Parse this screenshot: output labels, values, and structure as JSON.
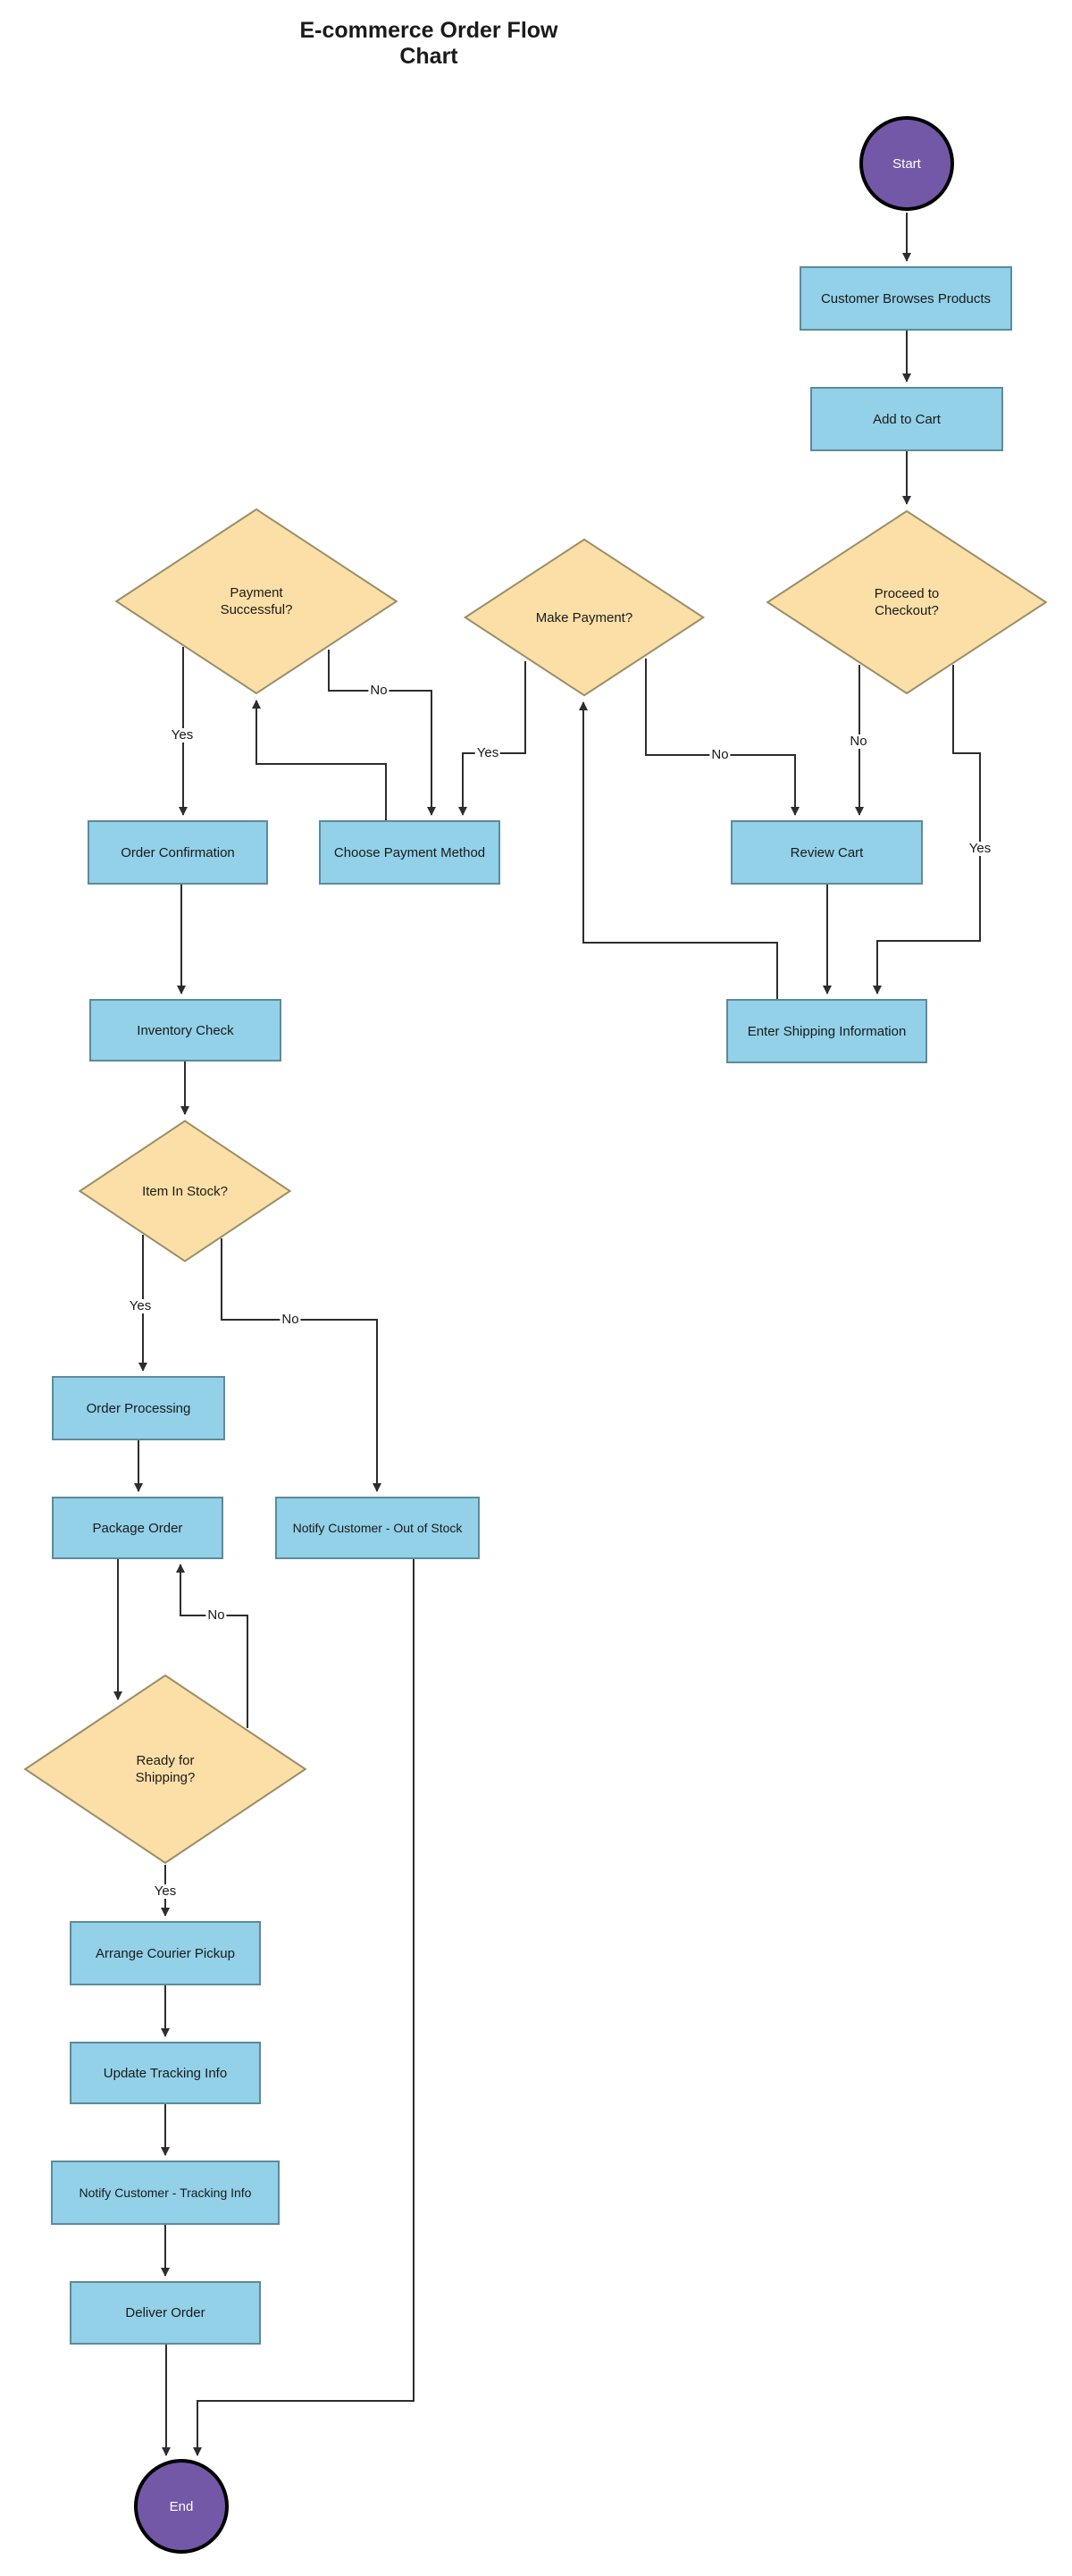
{
  "title": "E-commerce Order Flow Chart",
  "diagram_type": "flowchart",
  "colors": {
    "background": "#ffffff",
    "process_fill": "#92d1e8",
    "process_stroke": "#5d8a9e",
    "decision_fill": "#fcdfa6",
    "decision_stroke": "#9a8e68",
    "terminal_fill": "#7358a8",
    "terminal_stroke": "#000000",
    "connector": "#2d2d2d",
    "text": "#1a1a1a"
  },
  "nodes": {
    "start": {
      "label": "Start",
      "type": "terminal"
    },
    "customer_browses": {
      "label": "Customer Browses Products",
      "type": "process"
    },
    "add_to_cart": {
      "label": "Add to Cart",
      "type": "process"
    },
    "proceed_checkout": {
      "label": "Proceed to Checkout?",
      "type": "decision"
    },
    "payment_successful": {
      "label": "Payment Successful?",
      "type": "decision"
    },
    "make_payment": {
      "label": "Make Payment?",
      "type": "decision"
    },
    "order_confirmation": {
      "label": "Order Confirmation",
      "type": "process"
    },
    "choose_payment": {
      "label": "Choose Payment Method",
      "type": "process"
    },
    "review_cart": {
      "label": "Review Cart",
      "type": "process"
    },
    "enter_shipping": {
      "label": "Enter Shipping Information",
      "type": "process"
    },
    "inventory_check": {
      "label": "Inventory Check",
      "type": "process"
    },
    "item_in_stock": {
      "label": "Item In Stock?",
      "type": "decision"
    },
    "order_processing": {
      "label": "Order Processing",
      "type": "process"
    },
    "package_order": {
      "label": "Package Order",
      "type": "process"
    },
    "notify_out_of_stock": {
      "label": "Notify Customer - Out of Stock",
      "type": "process"
    },
    "ready_shipping": {
      "label": "Ready for Shipping?",
      "type": "decision"
    },
    "arrange_courier": {
      "label": "Arrange Courier Pickup",
      "type": "process"
    },
    "update_tracking": {
      "label": "Update Tracking Info",
      "type": "process"
    },
    "notify_tracking": {
      "label": "Notify Customer - Tracking Info",
      "type": "process"
    },
    "deliver_order": {
      "label": "Deliver Order",
      "type": "process"
    },
    "end": {
      "label": "End",
      "type": "terminal"
    }
  },
  "edges": [
    {
      "from": "start",
      "to": "customer_browses",
      "label": ""
    },
    {
      "from": "customer_browses",
      "to": "add_to_cart",
      "label": ""
    },
    {
      "from": "add_to_cart",
      "to": "proceed_checkout",
      "label": ""
    },
    {
      "from": "proceed_checkout",
      "to": "review_cart",
      "label": "No"
    },
    {
      "from": "proceed_checkout",
      "to": "enter_shipping",
      "label": "Yes"
    },
    {
      "from": "review_cart",
      "to": "enter_shipping",
      "label": ""
    },
    {
      "from": "make_payment",
      "to": "review_cart",
      "label": "No"
    },
    {
      "from": "enter_shipping",
      "to": "make_payment",
      "label": ""
    },
    {
      "from": "make_payment",
      "to": "choose_payment",
      "label": "Yes"
    },
    {
      "from": "choose_payment",
      "to": "payment_successful",
      "label": ""
    },
    {
      "from": "payment_successful",
      "to": "choose_payment",
      "label": "No"
    },
    {
      "from": "payment_successful",
      "to": "order_confirmation",
      "label": "Yes"
    },
    {
      "from": "order_confirmation",
      "to": "inventory_check",
      "label": ""
    },
    {
      "from": "inventory_check",
      "to": "item_in_stock",
      "label": ""
    },
    {
      "from": "item_in_stock",
      "to": "order_processing",
      "label": "Yes"
    },
    {
      "from": "item_in_stock",
      "to": "notify_out_of_stock",
      "label": "No"
    },
    {
      "from": "order_processing",
      "to": "package_order",
      "label": ""
    },
    {
      "from": "package_order",
      "to": "ready_shipping",
      "label": ""
    },
    {
      "from": "ready_shipping",
      "to": "package_order",
      "label": "No"
    },
    {
      "from": "ready_shipping",
      "to": "arrange_courier",
      "label": "Yes"
    },
    {
      "from": "arrange_courier",
      "to": "update_tracking",
      "label": ""
    },
    {
      "from": "update_tracking",
      "to": "notify_tracking",
      "label": ""
    },
    {
      "from": "notify_tracking",
      "to": "deliver_order",
      "label": ""
    },
    {
      "from": "deliver_order",
      "to": "end",
      "label": ""
    },
    {
      "from": "notify_out_of_stock",
      "to": "end",
      "label": ""
    }
  ]
}
